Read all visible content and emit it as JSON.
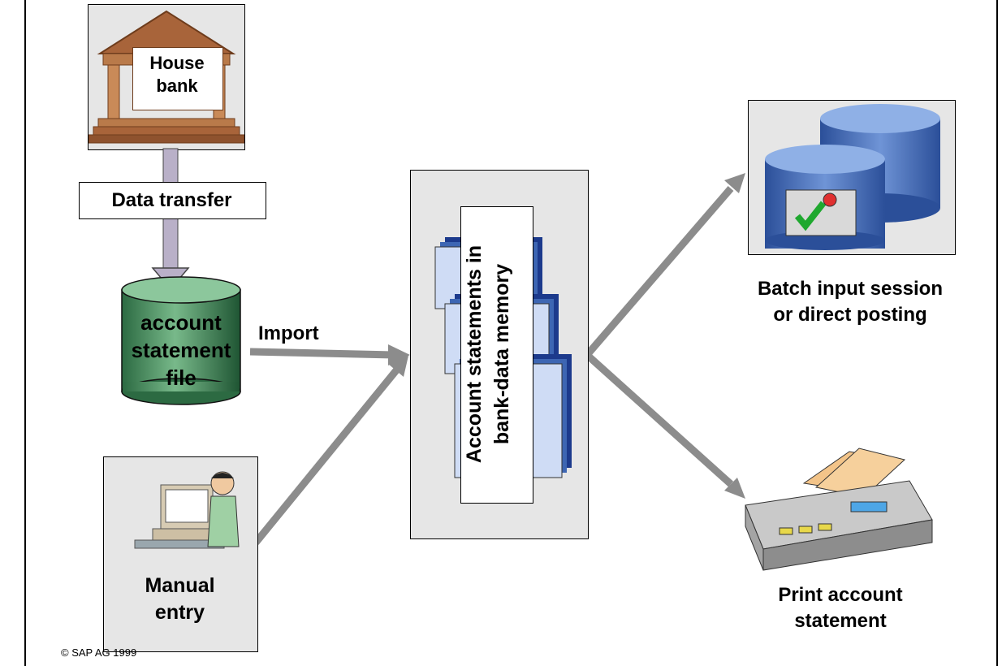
{
  "house_bank": {
    "label_line1": "House",
    "label_line2": "bank"
  },
  "data_transfer": {
    "label": "Data transfer"
  },
  "file": {
    "line1": "account",
    "line2": "statement",
    "line3": "file"
  },
  "import": {
    "label": "Import"
  },
  "manual": {
    "line1": "Manual",
    "line2": "entry"
  },
  "memory": {
    "line1": "Account statements in",
    "line2": "bank-data memory"
  },
  "batch": {
    "line1": "Batch input session",
    "line2": "or direct posting"
  },
  "print": {
    "line1": "Print account",
    "line2": "statement"
  },
  "footer": {
    "copyright": "SAP AG 1999"
  },
  "colors": {
    "arrow": "#8c8c8c",
    "bank": "#b97a4a",
    "cylinder": "#3f8a5a",
    "db": "#3d66b3"
  }
}
